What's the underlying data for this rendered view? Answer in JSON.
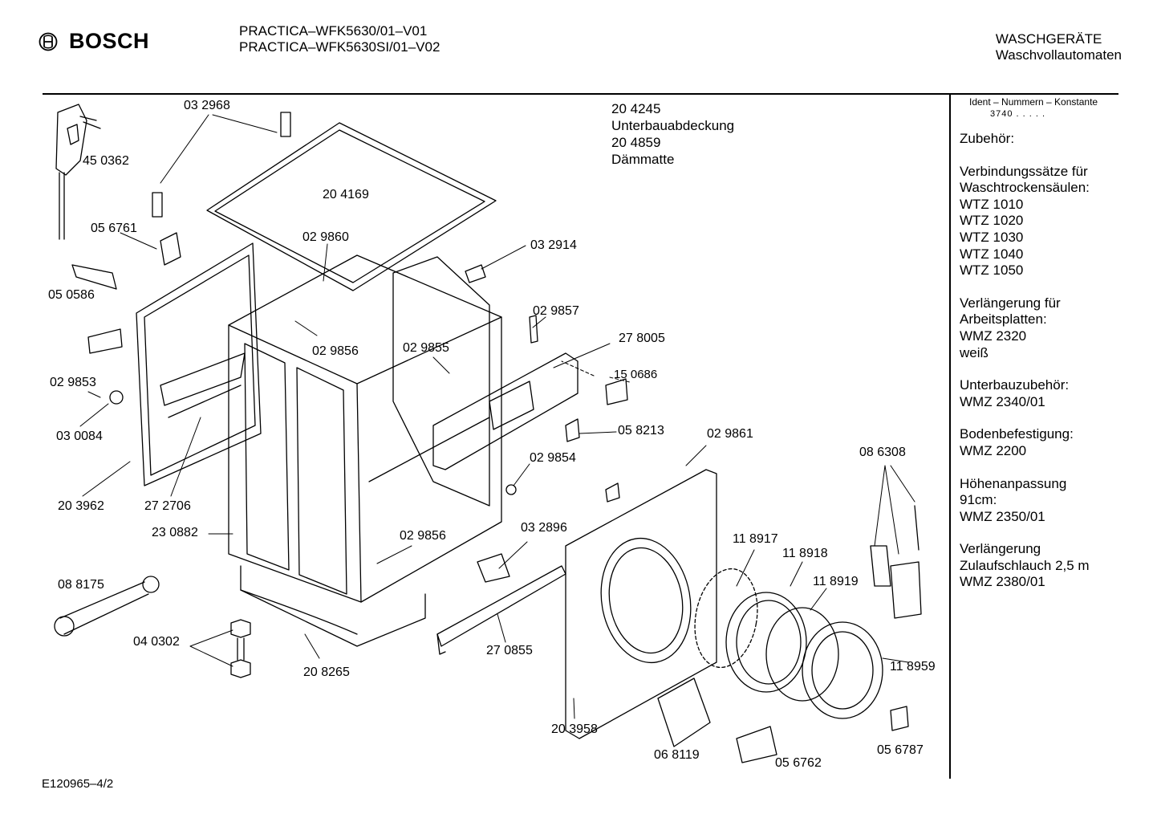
{
  "header": {
    "brand": "BOSCH",
    "model_lines": [
      "PRACTICA–WFK5630/01–V01",
      "PRACTICA–WFK5630SI/01–V02"
    ],
    "category_lines": [
      "WASCHGERÄTE",
      "Waschvollautomaten"
    ]
  },
  "note": {
    "lines": [
      "20 4245",
      "Unterbauabdeckung",
      "20 4859",
      "Dämmatte"
    ]
  },
  "sidebar": {
    "ident_label": "Ident – Nummern – Konstante",
    "ident_value": "3740  .  .  .  .  .",
    "accessories_title": "Zubehör:",
    "groups": [
      {
        "lines": [
          "Verbindungssätze für",
          "Waschtrockensäulen:",
          "WTZ 1010",
          "WTZ 1020",
          "WTZ 1030",
          "WTZ 1040",
          "WTZ 1050"
        ]
      },
      {
        "lines": [
          "Verlängerung für",
          "Arbeitsplatten:",
          "WMZ 2320",
          "weiß"
        ]
      },
      {
        "lines": [
          "Unterbauzubehör:",
          "WMZ 2340/01"
        ]
      },
      {
        "lines": [
          "Bodenbefestigung:",
          "WMZ 2200"
        ]
      },
      {
        "lines": [
          "Höhenanpassung",
          "91cm:",
          "WMZ 2350/01"
        ]
      },
      {
        "lines": [
          "Verlängerung",
          "Zulaufschlauch 2,5 m",
          "WMZ 2380/01"
        ]
      }
    ]
  },
  "parts": {
    "p032968": "03 2968",
    "p450362": "45 0362",
    "p204169": "20 4169",
    "p056761": "05 6761",
    "p029860": "02 9860",
    "p032914": "03 2914",
    "p050586": "05 0586",
    "p029857": "02 9857",
    "p029856a": "02 9856",
    "p029855": "02 9855",
    "p278005": "27 8005",
    "p029853": "02 9853",
    "p150686": "15 0686",
    "p030084": "03 0084",
    "p058213": "05 8213",
    "p029861": "02 9861",
    "p029854": "02 9854",
    "p086308": "08 6308",
    "p203962": "20 3962",
    "p272706": "27 2706",
    "p230882": "23 0882",
    "p032896": "03 2896",
    "p029856b": "02 9856",
    "p118917": "11 8917",
    "p118918": "11 8918",
    "p088175": "08 8175",
    "p118919": "11 8919",
    "p040302": "04 0302",
    "p270855": "27 0855",
    "p208265": "20 8265",
    "p118959": "11 8959",
    "p203958": "20 3958",
    "p068119": "06 8119",
    "p056762": "05 6762",
    "p056787": "05 6787"
  },
  "footer": {
    "code": "E120965–4/2"
  }
}
